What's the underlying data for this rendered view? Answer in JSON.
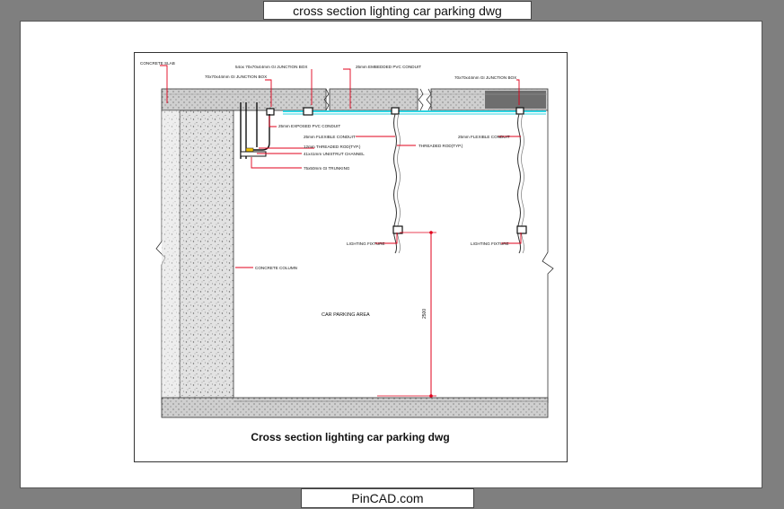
{
  "header": {
    "title": "cross section lighting car parking dwg"
  },
  "footer": {
    "site": "PinCAD.com"
  },
  "drawing": {
    "caption": "Cross section lighting car parking dwg",
    "labels": {
      "concrete_slab": "CONCRETE SLAB",
      "junction_box_wall": "70x70x44mm GI JUNCTION BOX",
      "junction_box_top": "54ox 70x70x44mm GI JUNCTION BOX",
      "embedded_conduit": "25mm EMBEDDED PVC CONDUIT",
      "junction_box_right": "70x70x44mm GI JUNCTION BOX",
      "exposed_conduit": "25mm EXPOSED PVC CONDUIT",
      "flexible_conduit_left": "25mm FLEXIBLE CONDUIT",
      "threaded_rod_left": "12mm THREADED ROD(TYP.)",
      "unistrut": "41x41mm UNISTRUT CHANNEL",
      "trunking": "75x50mm GI TRUNKING",
      "threaded_rod_mid": "THREADED ROD(TYP.)",
      "flexible_conduit_right": "25mm FLEXIBLE CONDUIT",
      "lighting_fixture_mid": "LIGHTING FIXTURE",
      "lighting_fixture_right": "LIGHTING FIXTURE",
      "concrete_column": "CONCRETE COLUMN",
      "car_parking_area": "CAR PARKING AREA",
      "dimension": "2500"
    }
  },
  "colors": {
    "frame": "#7f7f7f",
    "dimension_red": "#e0001b",
    "conduit_cyan": "#2ed3e0",
    "concrete_gray": "#d9d9d9",
    "slab_dark": "#6e6e6e",
    "junction_yellow": "#f2c200"
  }
}
